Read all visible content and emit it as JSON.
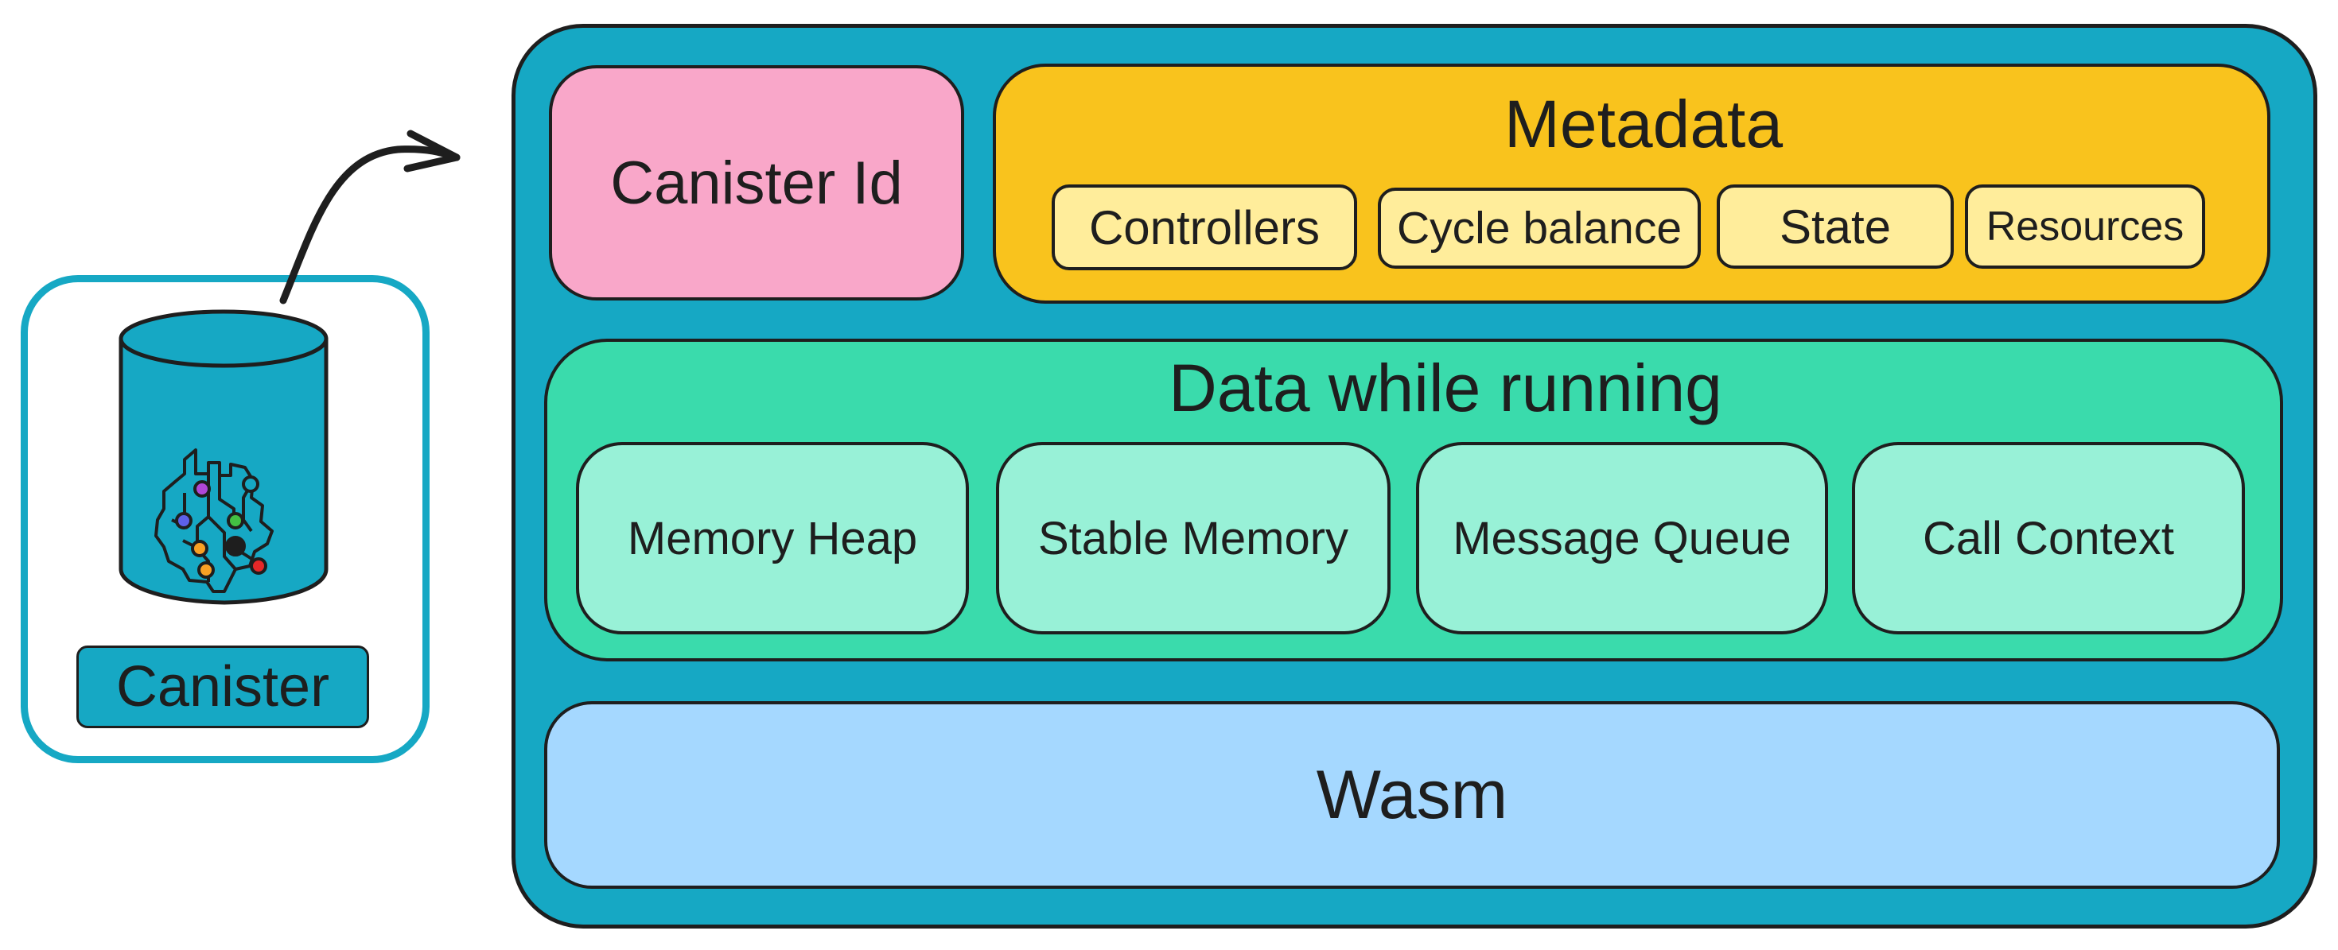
{
  "canister": {
    "label": "Canister"
  },
  "panel": {
    "canister_id": "Canister Id",
    "metadata": {
      "title": "Metadata",
      "items": [
        "Controllers",
        "Cycle balance",
        "State",
        "Resources"
      ]
    },
    "data_while_running": {
      "title": "Data while running",
      "items": [
        "Memory Heap",
        "Stable Memory",
        "Message Queue",
        "Call Context"
      ]
    },
    "wasm": "Wasm"
  },
  "colors": {
    "teal": "#16a8c4",
    "pink": "#f9a7c9",
    "amber": "#f9c31d",
    "pale_yellow": "#ffed9b",
    "green": "#3adbac",
    "mint": "#98f1d7",
    "light_blue": "#a5d8ff",
    "stroke": "#1e1e1e"
  },
  "icons": [
    "database-cylinder-icon",
    "circuit-brain-icon",
    "curved-arrow-icon"
  ]
}
